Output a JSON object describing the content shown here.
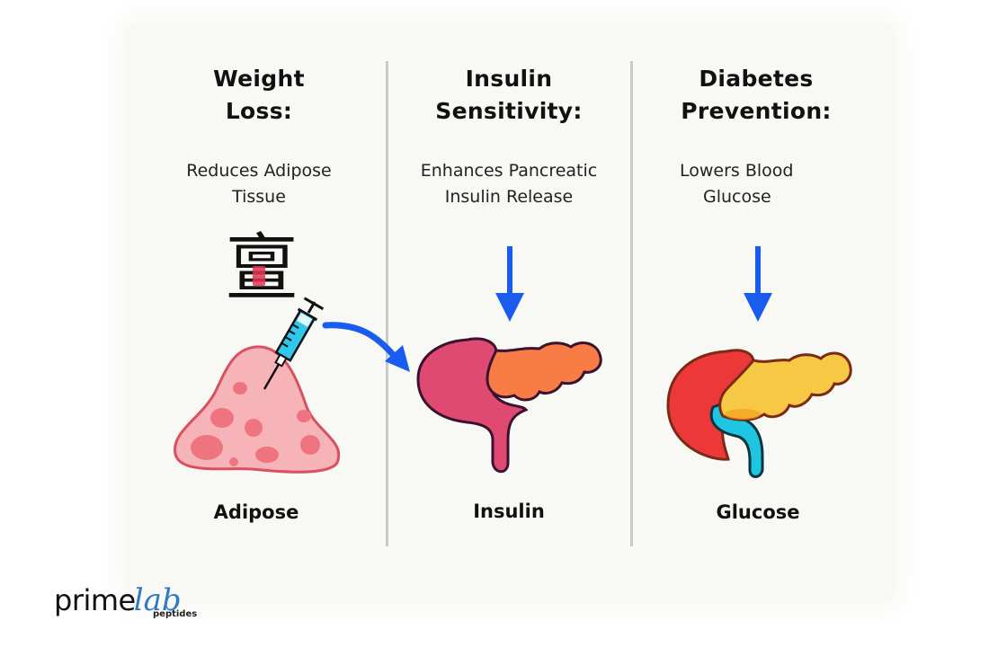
{
  "columns": [
    {
      "heading_line1": "Weight",
      "heading_line2": "Loss:",
      "desc_line1": "Reduces Adipose",
      "desc_line2": "Tissue",
      "label": "Adipose",
      "icon": "adipose-tissue-with-syringe"
    },
    {
      "heading_line1": "Insulin",
      "heading_line2": "Sensitivity:",
      "desc_line1": "Enhances Pancreatic",
      "desc_line2": "Insulin Release",
      "label": "Insulin",
      "icon": "pancreas-pink-orange"
    },
    {
      "heading_line1": "Diabetes",
      "heading_line2": "Prevention:",
      "desc_line1": "Lowers Blood",
      "desc_line2": "Glucose",
      "label": "Glucose",
      "icon": "pancreas-red-yellow"
    }
  ],
  "glyph": "亶",
  "logo": {
    "prime": "prime",
    "lab": "lab",
    "sub": "peptides"
  },
  "colors": {
    "arrow": "#1a5cf0",
    "adipose_fill": "#f7b4b8",
    "adipose_stroke": "#d9505f",
    "adipose_spots": "#ee7580",
    "syringe_fluid": "#2fc7ea",
    "pancreas1_head": "#e04a72",
    "pancreas1_tail": "#f77c45",
    "pancreas2_head": "#ec3838",
    "pancreas2_tail": "#f7c844",
    "duct": "#1fc6e2",
    "logo_blue": "#2f78c8"
  }
}
